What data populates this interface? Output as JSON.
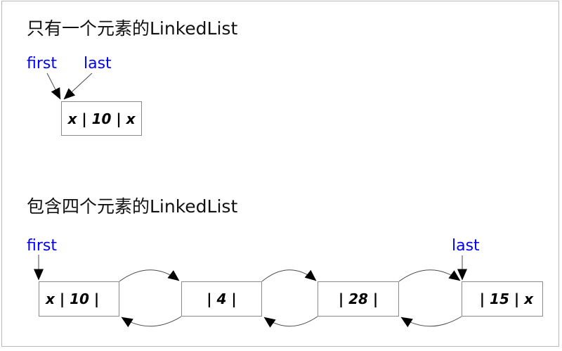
{
  "colors": {
    "background": "#ffffff",
    "frame_border": "#b9b9b9",
    "pointer_label_blue": "#0000ff",
    "node_border_gray": "#8a8a8a",
    "line_gray": "#4a4a4a",
    "arrowhead_black": "#000000",
    "text_black": "#111111"
  },
  "single_list": {
    "title": "只有一个元素的LinkedList",
    "first_label": "first",
    "last_label": "last",
    "node_value": "x | 10 | x"
  },
  "four_list": {
    "title": "包含四个元素的LinkedList",
    "first_label": "first",
    "last_label": "last",
    "nodes": [
      {
        "value": "x | 10 |"
      },
      {
        "value": "| 4 |"
      },
      {
        "value": "| 28 |"
      },
      {
        "value": "| 15 | x"
      }
    ]
  }
}
